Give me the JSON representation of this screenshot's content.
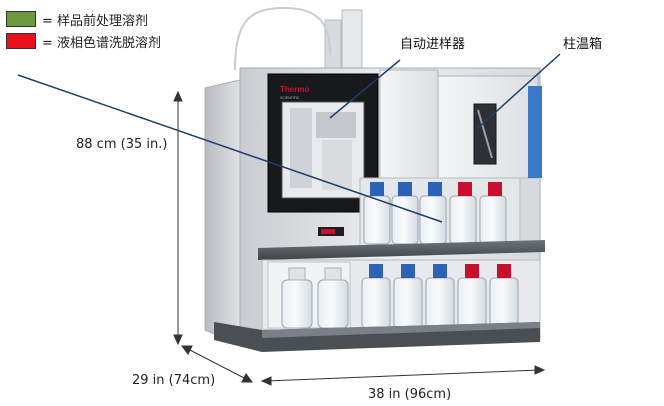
{
  "legend": [
    {
      "label": "= 样品前处理溶剂",
      "color": "#6b9a3e"
    },
    {
      "label": "= 液相色谱洗脱溶剂",
      "color": "#e8111b"
    }
  ],
  "callouts": {
    "autosampler": "自动进样器",
    "column_oven": "柱温箱"
  },
  "dimensions": {
    "height": "88 cm (35 in.)",
    "depth": "29 in (74cm)",
    "width": "38 in (96cm)"
  },
  "instrument": {
    "brand": "Thermo",
    "brand_sub": "SCIENTIFIC"
  },
  "colors": {
    "bottle_cap_blue": "#2c63b8",
    "bottle_cap_red": "#c8102e",
    "pointer_line": "#1f3f6b",
    "panel_blue": "#3c78c8"
  },
  "icons": [
    "instrument-photo",
    "height-arrow",
    "depth-arrow",
    "width-arrow"
  ]
}
